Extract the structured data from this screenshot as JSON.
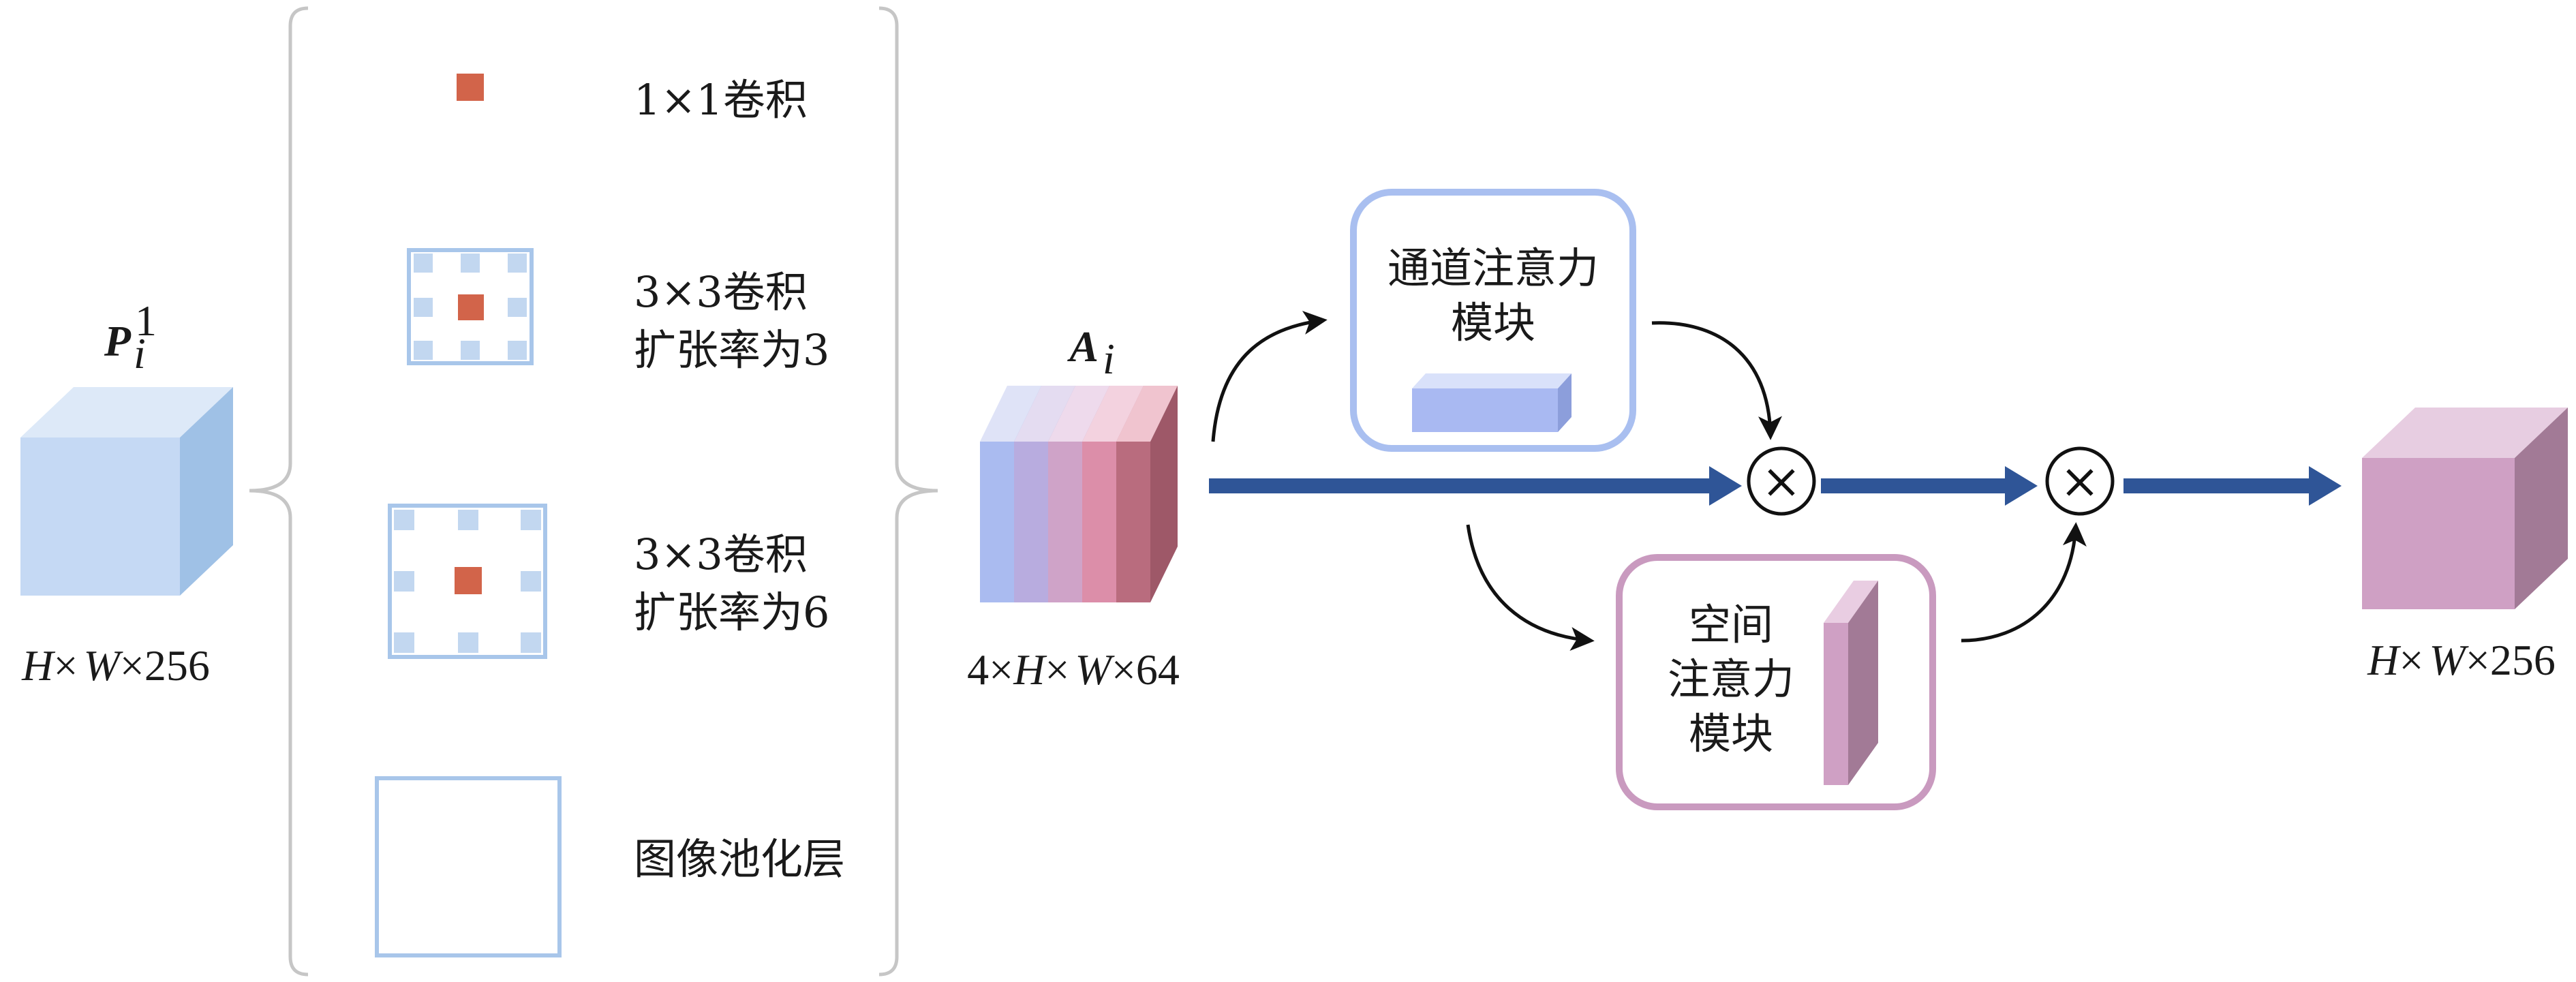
{
  "input": {
    "symbol": "P",
    "superscript": "1",
    "subscript": "i",
    "dims": [
      "H",
      "W",
      "256"
    ]
  },
  "branches": [
    {
      "label_lines": [
        "1×1卷积"
      ]
    },
    {
      "label_lines": [
        "3×3卷积",
        "扩张率为3"
      ]
    },
    {
      "label_lines": [
        "3×3卷积",
        "扩张率为6"
      ]
    },
    {
      "label_lines": [
        "图像池化层"
      ]
    }
  ],
  "concat": {
    "symbol": "A",
    "subscript": "i",
    "dims": [
      "4",
      "H",
      "W",
      "64"
    ]
  },
  "channel_attention": {
    "label_lines": [
      "通道注意力",
      "模块"
    ]
  },
  "spatial_attention": {
    "label_lines": [
      "空间",
      "注意力",
      "模块"
    ]
  },
  "multiply_symbol": "×",
  "output": {
    "dims": [
      "H",
      "W",
      "256"
    ]
  },
  "colors": {
    "cube_blue_front": "#c5d9f4",
    "cube_blue_side": "#9fc1e6",
    "cube_pink_front": "#cfa0c4",
    "cube_pink_side": "#a27a96",
    "kernel_red": "#d2644a",
    "kernel_blue": "#a8c6ea",
    "arrow_blue": "#2f5597",
    "channel_box": "#a9bff0",
    "spatial_box": "#c99abf",
    "bracket": "#c6c6c6"
  }
}
